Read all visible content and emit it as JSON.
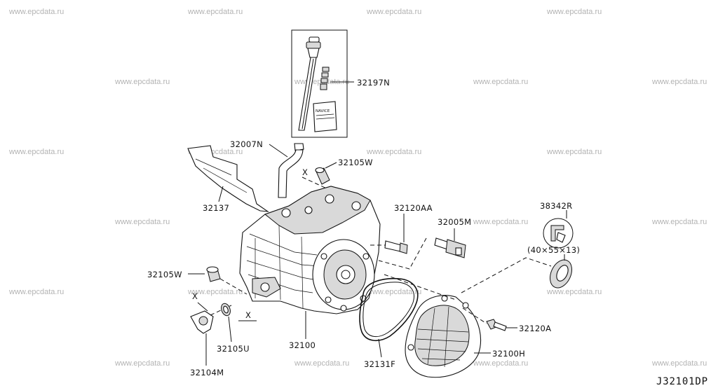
{
  "watermark": "www.epcdata.ru",
  "diagram_code": "J32101DP",
  "labels": {
    "p32197N": "32197N",
    "p32007N": "32007N",
    "p32105W_top": "32105W",
    "x_top": "X",
    "p32137": "32137",
    "p32120AA": "32120AA",
    "p32005M": "32005M",
    "p38342R": "38342R",
    "dim38342R": "(40×55×13)",
    "p32105W_left": "32105W",
    "x_left": "X",
    "x_bottom": "X",
    "p32100": "32100",
    "p32120A": "32120A",
    "p32105U": "32105U",
    "p32131F": "32131F",
    "p32100H": "32100H",
    "p32104M": "32104M"
  },
  "dipstick_sticker": "NAVICE"
}
